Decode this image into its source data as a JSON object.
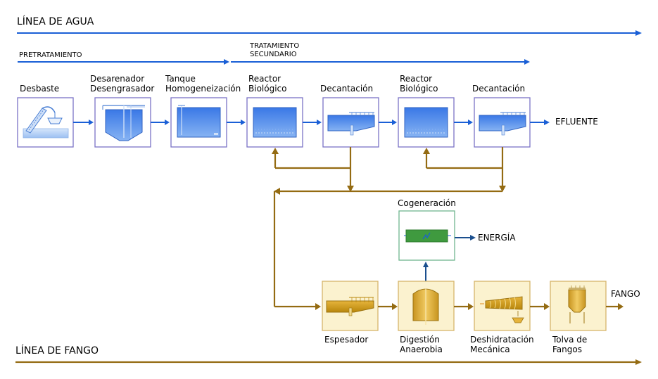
{
  "colors": {
    "water": "#1a5fd6",
    "sludge": "#946b12",
    "water_box_border": "#7b72c7",
    "sludge_box_fill": "#fbf2cf",
    "sludge_box_border": "#d6b56b",
    "cogen_border": "#6fb58f",
    "cogen_fill": "#3f9a3f",
    "energy_arrow": "#1b4f8e"
  },
  "water_line": {
    "title": "LÍNEA DE AGUA",
    "pretreatment": "PRETRATAMIENTO",
    "secondary_line1": "TRATAMIENTO",
    "secondary_line2": "SECUNDARIO",
    "steps": [
      {
        "label": [
          "Desbaste"
        ],
        "icon": "bar-screen-conveyor-icon"
      },
      {
        "label": [
          "Desarenador",
          "Desengrasador"
        ],
        "icon": "grit-tank-icon"
      },
      {
        "label": [
          "Tanque",
          "Homogeneización"
        ],
        "icon": "homogenization-tank-icon"
      },
      {
        "label": [
          "Reactor",
          "Biológico"
        ],
        "icon": "biological-reactor-icon"
      },
      {
        "label": [
          "Decantación"
        ],
        "icon": "clarifier-icon"
      },
      {
        "label": [
          "Reactor",
          "Biológico"
        ],
        "icon": "biological-reactor-icon"
      },
      {
        "label": [
          "Decantación"
        ],
        "icon": "clarifier-icon"
      }
    ],
    "output": "EFLUENTE"
  },
  "cogeneration": {
    "label": "Cogeneración",
    "output": "ENERGÍA",
    "icon": "cogeneration-engine-icon"
  },
  "sludge_line": {
    "title": "LÍNEA DE FANGO",
    "steps": [
      {
        "label": [
          "Espesador"
        ],
        "icon": "thickener-icon"
      },
      {
        "label": [
          "Digestión",
          "Anaerobia"
        ],
        "icon": "anaerobic-digester-icon"
      },
      {
        "label": [
          "Deshidratación",
          "Mecánica"
        ],
        "icon": "dewatering-screw-icon"
      },
      {
        "label": [
          "Tolva de",
          "Fangos"
        ],
        "icon": "sludge-hopper-icon"
      }
    ],
    "output": "FANGO"
  }
}
